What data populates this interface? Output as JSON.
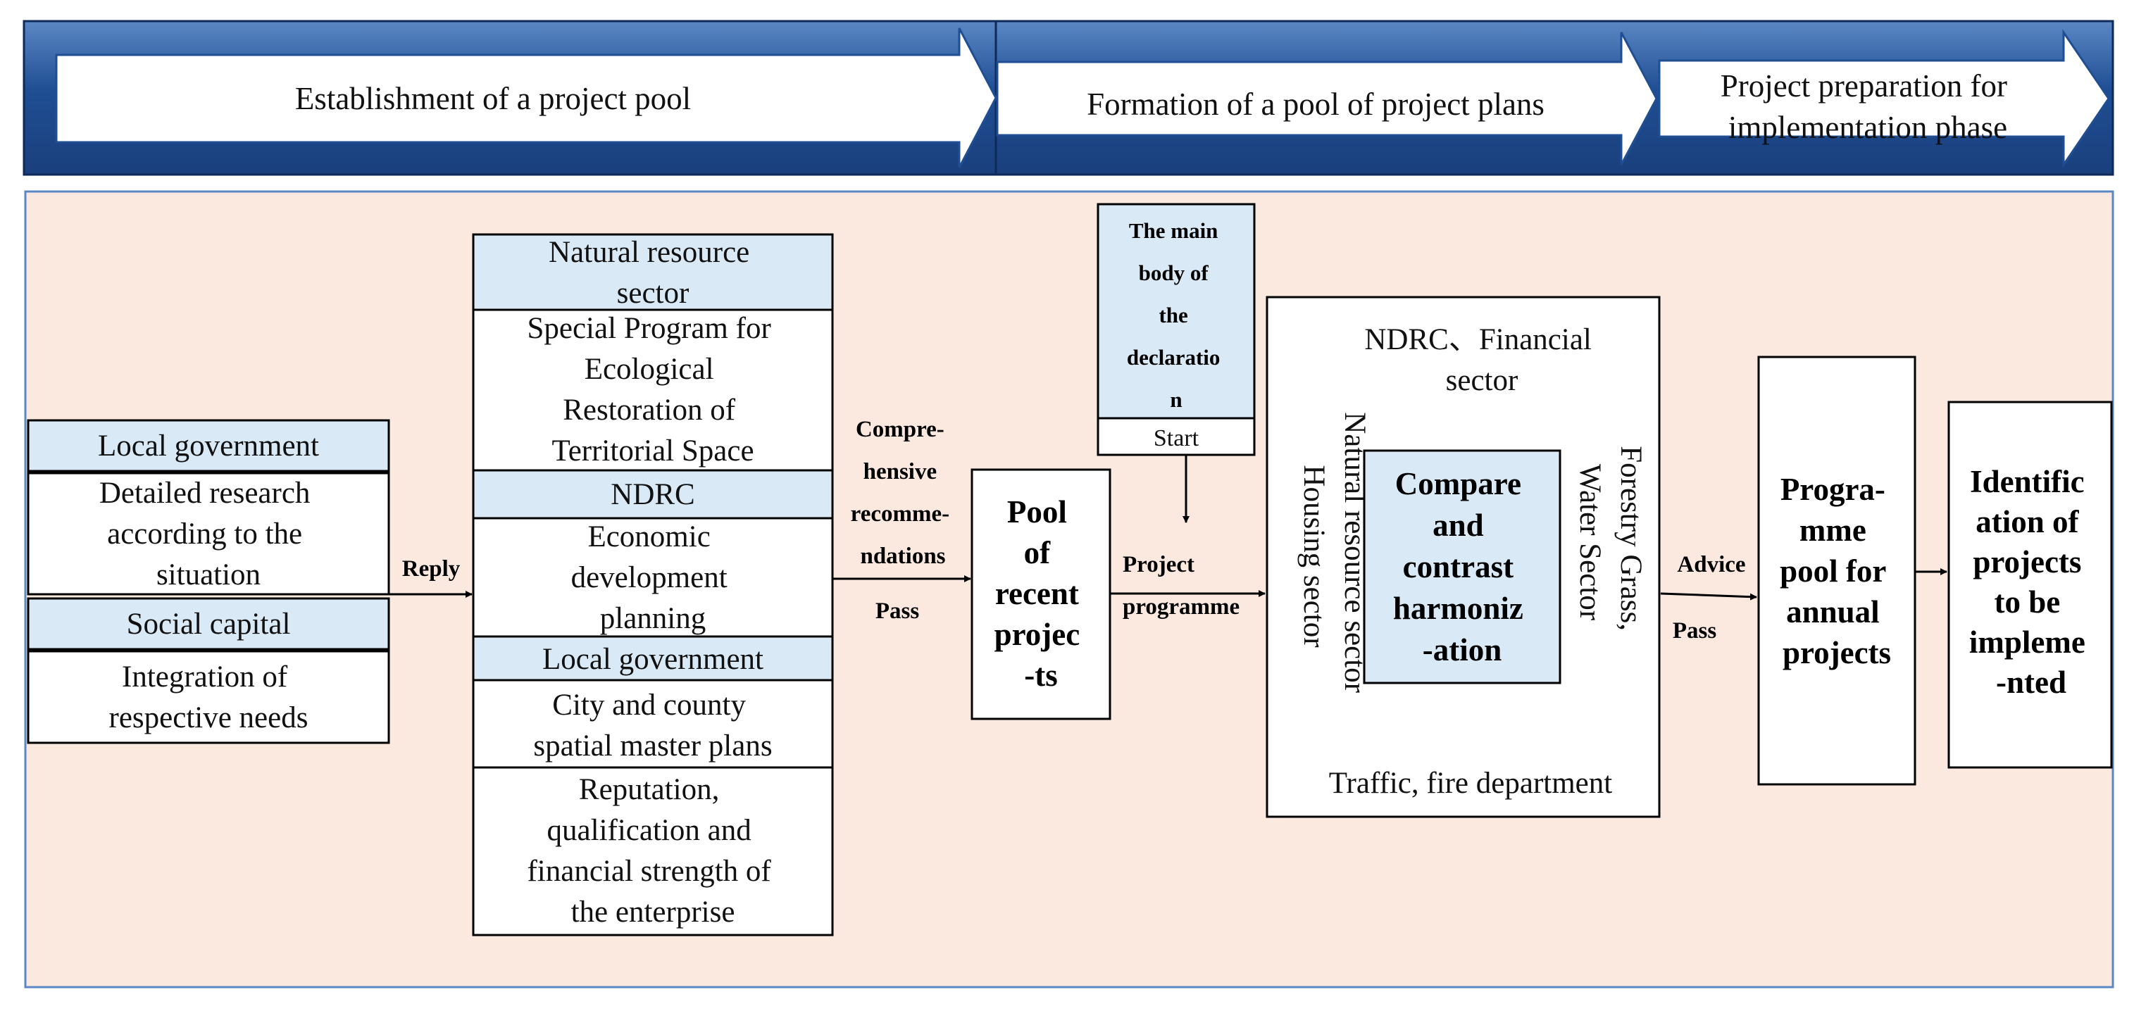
{
  "phases": [
    "Establishment of a project pool",
    "Formation of a pool of project plans",
    [
      "Project preparation for",
      "implementation phase"
    ]
  ],
  "stakeholders": {
    "local_government_header": "Local government",
    "local_government_body": [
      "Detailed research",
      "according to the",
      "situation"
    ],
    "social_capital_header": "Social capital",
    "social_capital_body": [
      "Integration of",
      "respective needs"
    ]
  },
  "plans": {
    "natural_resource_header": [
      "Natural resource",
      "sector"
    ],
    "natural_resource_body": [
      "Special Program for",
      "Ecological",
      "Restoration of",
      "Territorial Space"
    ],
    "ndrc_header": "NDRC",
    "ndrc_body": [
      "Economic",
      "development",
      "planning"
    ],
    "local_government_header": "Local government",
    "local_government_body": [
      "City and county",
      "spatial master plans"
    ],
    "enterprise_body": [
      "Reputation,",
      "qualification and",
      "financial strength of",
      "the enterprise"
    ]
  },
  "edges": {
    "reply": "Reply",
    "comprehensive": [
      "Compre-",
      "hensive",
      "recomme-",
      "ndations"
    ],
    "pass_1": "Pass",
    "project_programme": [
      "Project",
      "programme"
    ],
    "advice": "Advice",
    "pass_2": "Pass"
  },
  "nodes": {
    "pool_recent": [
      "Pool",
      "of",
      "recent",
      "projec",
      "-ts"
    ],
    "declaration_body": [
      "The main",
      "body of",
      "the",
      "declaratio",
      "n"
    ],
    "declaration_start": "Start",
    "ndrc_financial": [
      "NDRC、Financial",
      "sector"
    ],
    "natural_housing_left": [
      "Natural resource sector",
      "Housing sector"
    ],
    "forestry_water_right": [
      "Forestry Grass,",
      "Water Sector"
    ],
    "traffic_fire": "Traffic, fire department",
    "compare": [
      "Compare",
      "and",
      "contrast",
      "harmoniz",
      "-ation"
    ],
    "annual_pool": [
      "Progra-",
      "mme",
      "pool for",
      "annual",
      "projects"
    ],
    "identification": [
      "Identific",
      "ation of",
      "projects",
      "to be",
      "impleme",
      "-nted"
    ]
  },
  "colors": {
    "band_dark": "#1f4e93",
    "band_light": "#5b87c4",
    "panel_fill": "#fbe9df",
    "header_fill": "#d9e9f6",
    "line": "#000000"
  }
}
